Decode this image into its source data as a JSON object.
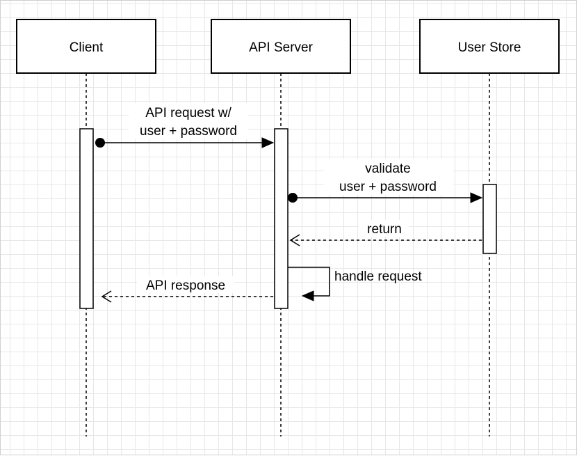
{
  "participants": [
    {
      "label": "Client"
    },
    {
      "label": "API Server"
    },
    {
      "label": "User Store"
    }
  ],
  "messages": [
    {
      "from": "Client",
      "to": "API Server",
      "style": "sync",
      "lines": [
        "API request w/",
        "user + password"
      ]
    },
    {
      "from": "API Server",
      "to": "User Store",
      "style": "sync",
      "lines": [
        "validate",
        "user + password"
      ]
    },
    {
      "from": "User Store",
      "to": "API Server",
      "style": "return",
      "lines": [
        "return"
      ]
    },
    {
      "from": "API Server",
      "to": "API Server",
      "style": "self",
      "lines": [
        "handle request"
      ]
    },
    {
      "from": "API Server",
      "to": "Client",
      "style": "return",
      "lines": [
        "API response"
      ]
    }
  ]
}
